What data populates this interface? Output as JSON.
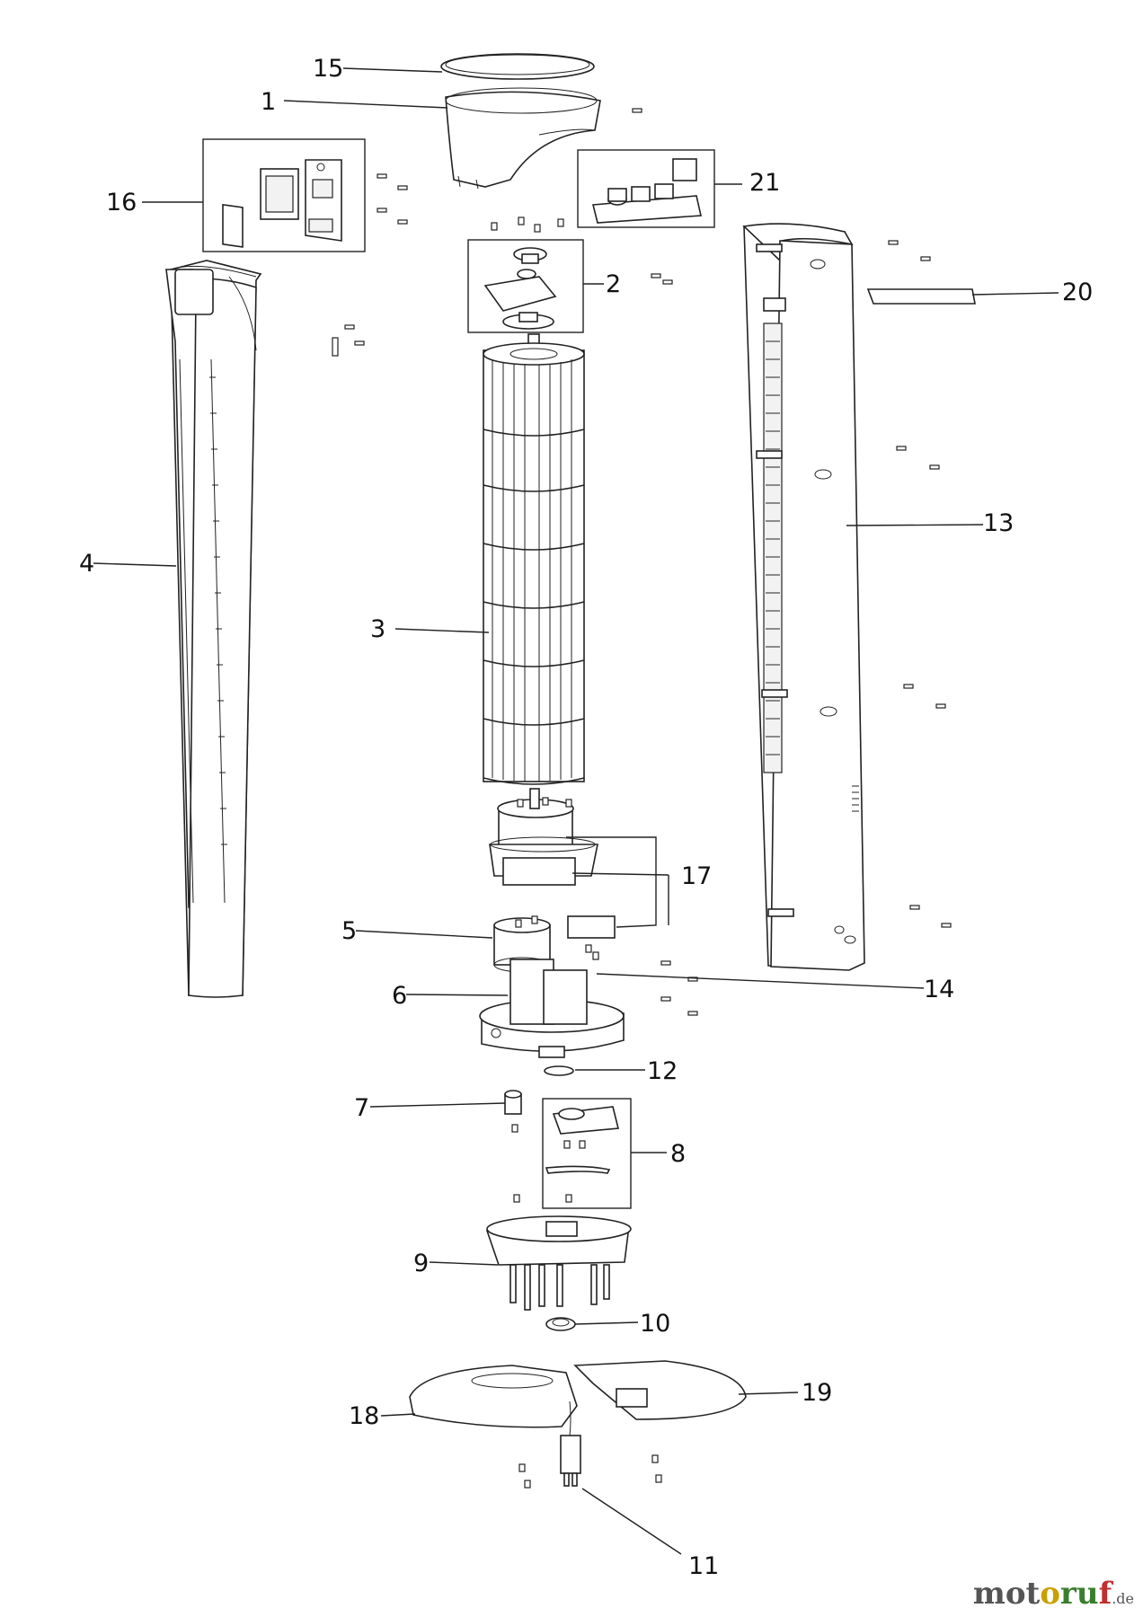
{
  "callouts": [
    {
      "id": "1",
      "label": "1"
    },
    {
      "id": "2",
      "label": "2"
    },
    {
      "id": "3",
      "label": "3"
    },
    {
      "id": "4",
      "label": "4"
    },
    {
      "id": "5",
      "label": "5"
    },
    {
      "id": "6",
      "label": "6"
    },
    {
      "id": "7",
      "label": "7"
    },
    {
      "id": "8",
      "label": "8"
    },
    {
      "id": "9",
      "label": "9"
    },
    {
      "id": "10",
      "label": "10"
    },
    {
      "id": "11",
      "label": "11"
    },
    {
      "id": "12",
      "label": "12"
    },
    {
      "id": "13",
      "label": "13"
    },
    {
      "id": "14",
      "label": "14"
    },
    {
      "id": "15",
      "label": "15"
    },
    {
      "id": "16",
      "label": "16"
    },
    {
      "id": "17",
      "label": "17"
    },
    {
      "id": "18",
      "label": "18"
    },
    {
      "id": "19",
      "label": "19"
    },
    {
      "id": "20",
      "label": "20"
    },
    {
      "id": "21",
      "label": "21"
    }
  ],
  "watermark": {
    "brand_part1": "mot",
    "brand_part2": "o",
    "brand_part3": "ru",
    "brand_part4": "f",
    "suffix": ".de"
  },
  "colors": {
    "line": "#222222",
    "label": "#111111"
  }
}
